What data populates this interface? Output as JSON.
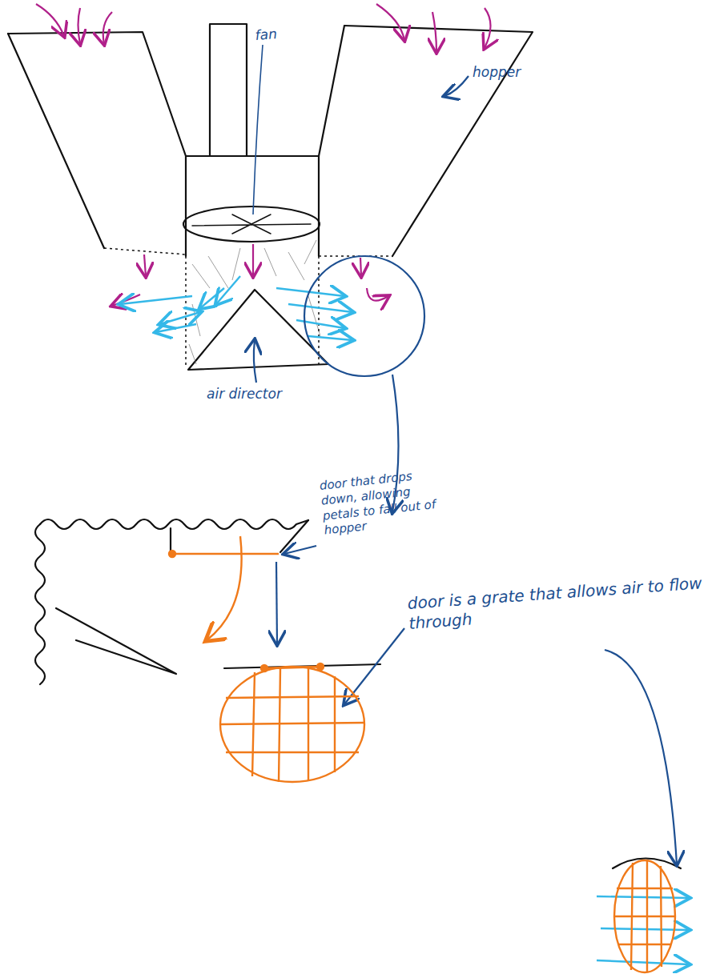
{
  "diagram": {
    "labels": [
      "fan",
      "hopper",
      "air director",
      "door that drops down, allowing petals to fall out of hopper",
      "door is a grate that allows air to flow through"
    ]
  }
}
